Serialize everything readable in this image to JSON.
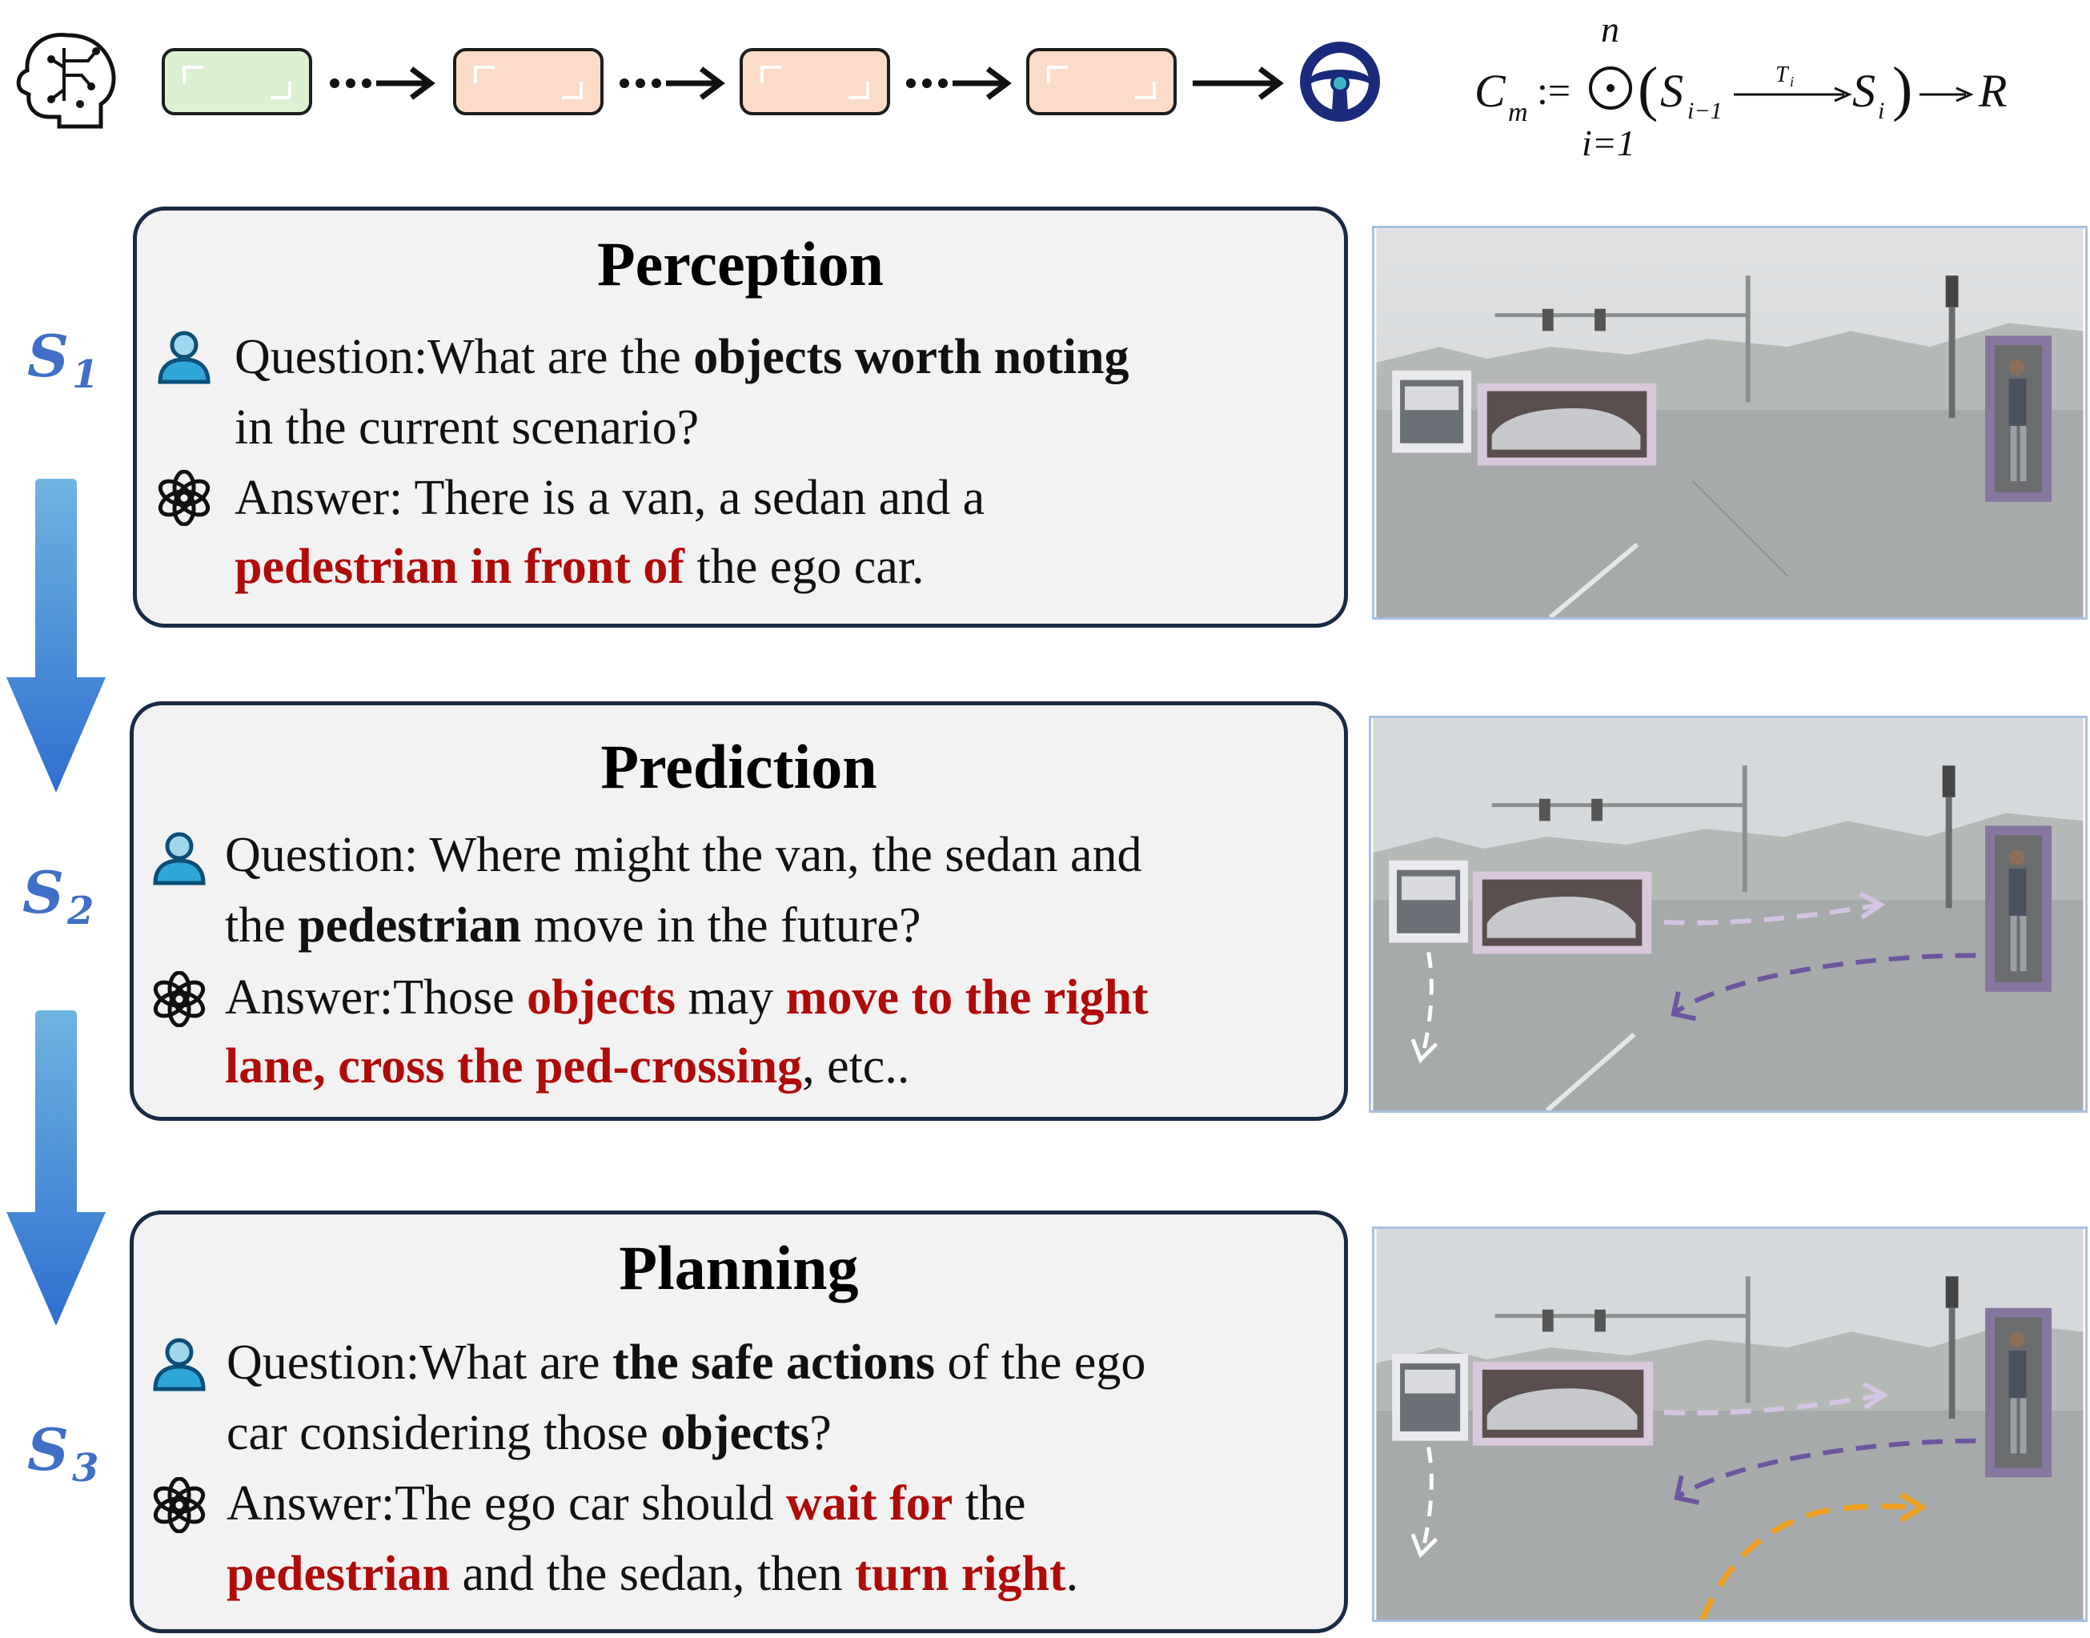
{
  "formula": {
    "lhs": "C",
    "lhs_sub": "m",
    "assign": ":=",
    "upper": "n",
    "lower": "i=1",
    "s_prev": "S",
    "s_prev_sub": "i−1",
    "t": "T",
    "t_sub": "i",
    "s_cur": "S",
    "s_cur_sub": "i",
    "result": "R"
  },
  "stages": [
    {
      "symbol": "S",
      "index": "1"
    },
    {
      "symbol": "S",
      "index": "2"
    },
    {
      "symbol": "S",
      "index": "3"
    }
  ],
  "panels": {
    "perception": {
      "title": "Perception",
      "q_prefix": "Question:What are the ",
      "q_bold": "objects worth noting",
      "q_line2": "in the current scenario?",
      "a_line1": "Answer: There is a van, a sedan and a",
      "a_red": "pedestrian in front of",
      "a_tail": " the ego car."
    },
    "prediction": {
      "title": "Prediction",
      "q_line1": "Question: Where might the van, the sedan and",
      "q_pre": "the ",
      "q_bold": "pedestrian",
      "q_tail": " move in the future?",
      "a_prefix": "Answer:Those ",
      "a_red1": "objects",
      "a_mid": " may ",
      "a_red2": "move to the right",
      "a_red3": "lane, cross the ped-crossing",
      "a_tail": ", etc.."
    },
    "planning": {
      "title": "Planning",
      "q_prefix": "Question:What are ",
      "q_bold": "the safe actions",
      "q_tail": " of the ego",
      "q_line2_pre": "car considering those ",
      "q_line2_bold": "objects",
      "q_line2_tail": "?",
      "a_prefix": "Answer:The ego car should ",
      "a_red1": "wait for",
      "a_mid": " the",
      "a_red2": "pedestrian",
      "a_mid2": " and the sedan, then ",
      "a_red3": "turn right",
      "a_tail": "."
    }
  },
  "icons": {
    "brain": "brain-circuit-icon",
    "steering": "steering-wheel-icon",
    "user": "user-icon",
    "assistant": "openai-logo-icon"
  },
  "colors": {
    "stage_blue": "#3f6fc6",
    "highlight_red": "#b00a0a",
    "panel_border": "#1b2a44",
    "green_box": "#dcf0d2",
    "peach_box": "#fbdcc8"
  }
}
